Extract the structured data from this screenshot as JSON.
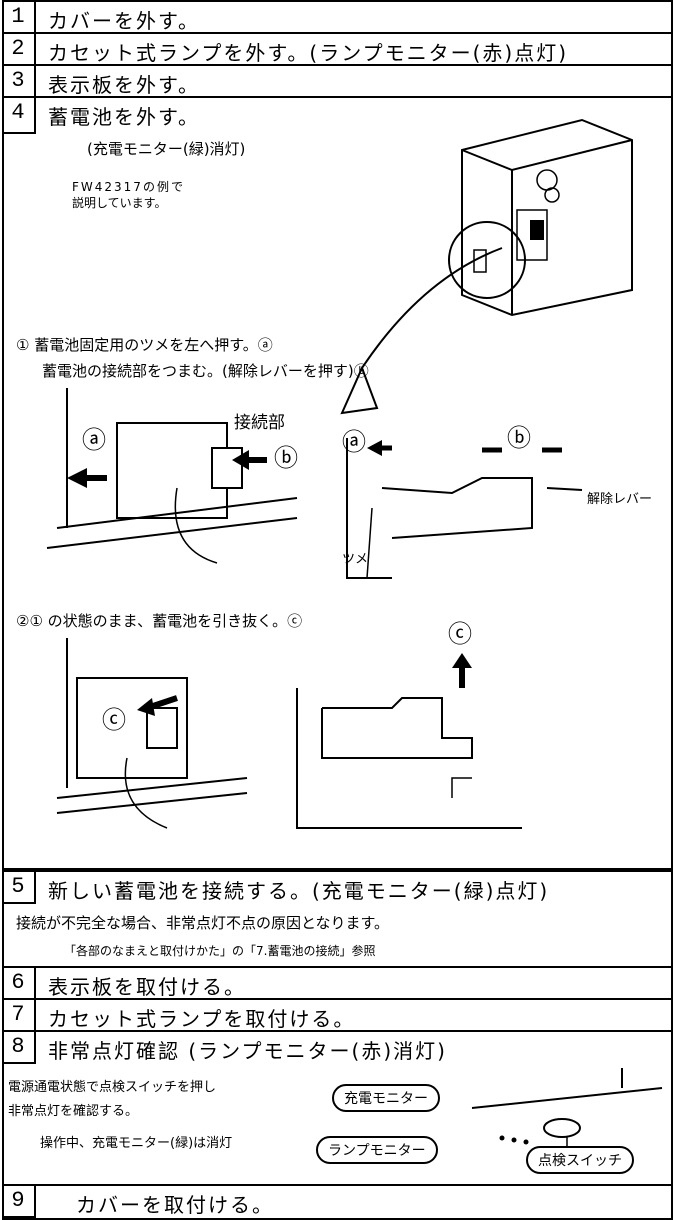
{
  "steps": [
    {
      "num": "1",
      "title": "カバーを外す。"
    },
    {
      "num": "2",
      "title": "カセット式ランプを外す。(ランプモニター(赤)点灯)"
    },
    {
      "num": "3",
      "title": "表示板を外す。"
    },
    {
      "num": "4",
      "title": "蓄電池を外す。"
    },
    {
      "num": "5",
      "title": "新しい蓄電池を接続する。(充電モニター(緑)点灯)"
    },
    {
      "num": "6",
      "title": "表示板を取付ける。"
    },
    {
      "num": "7",
      "title": "カセット式ランプを取付ける。"
    },
    {
      "num": "8",
      "title": "非常点灯確認 (ランプモニター(赤)消灯)"
    },
    {
      "num": "9",
      "title": "カバーを取付ける。"
    }
  ],
  "step4": {
    "monitor_note": "(充電モニター(緑)消灯)",
    "example_line1": "FW42317の例で",
    "example_line2": "説明しています。",
    "sub1_line1": "① 蓄電池固定用のツメを左へ押す。ⓐ",
    "sub1_line2": "蓄電池の接続部をつまむ。(解除レバーを押す)ⓑ",
    "label_a": "ⓐ",
    "label_b": "ⓑ",
    "label_c": "ⓒ",
    "label_connector": "接続部",
    "label_release_lever": "解除レバー",
    "label_claw": "ツメ",
    "sub2_line": "②① の状態のまま、蓄電池を引き抜く。ⓒ"
  },
  "step5": {
    "note1": "接続が不完全な場合、非常点灯不点の原因となります。",
    "note2": "「各部のなまえと取付けかた」の「7.蓄電池の接続」参照"
  },
  "step8": {
    "line1": "電源通電状態で点検スイッチを押し",
    "line2": "非常点灯を確認する。",
    "line3": "操作中、充電モニター(緑)は消灯",
    "charge_monitor": "充電モニター",
    "lamp_monitor": "ランプモニター",
    "check_switch": "点検スイッチ"
  }
}
